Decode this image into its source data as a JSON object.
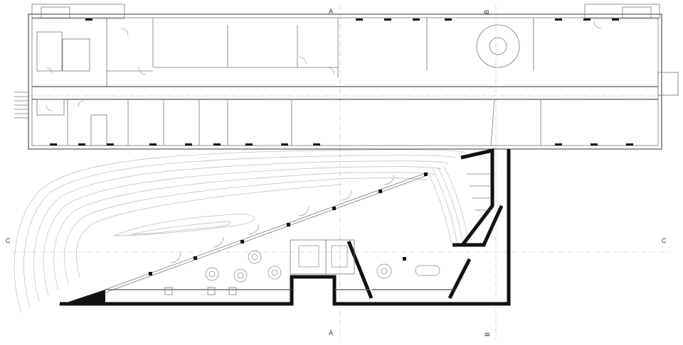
{
  "section_markers": {
    "a_top": "A",
    "b_top": "B",
    "c_left": "C",
    "c_right": "C",
    "a_bottom": "A",
    "b_bottom": "B"
  }
}
